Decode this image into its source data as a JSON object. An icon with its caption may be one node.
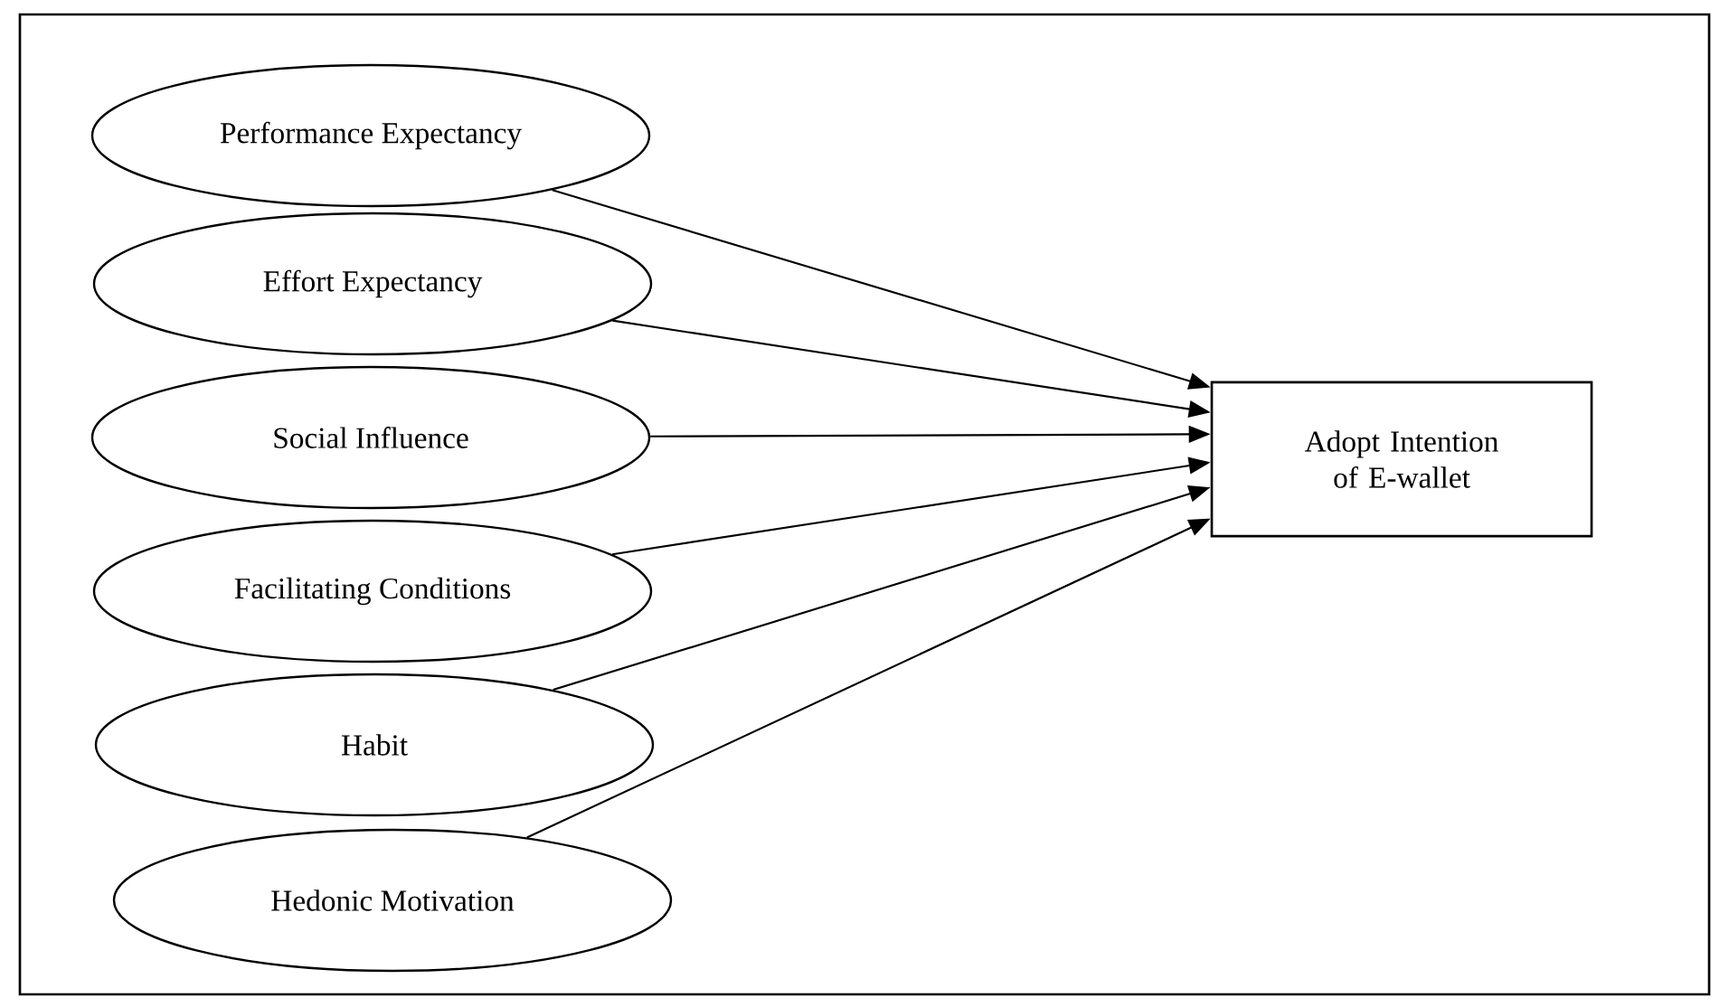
{
  "diagram": {
    "nodes": [
      {
        "text": [
          "Performance Expectancy"
        ]
      },
      {
        "text": [
          "Effort Expectancy"
        ]
      },
      {
        "text": [
          "Social Influence"
        ]
      },
      {
        "text": [
          "Facilitating Conditions"
        ]
      },
      {
        "text": [
          "Habit"
        ]
      },
      {
        "text": [
          "Hedonic Motivation"
        ]
      },
      {
        "text": [
          "Adopt Intention of E-wallet"
        ]
      }
    ],
    "edges": [
      {
        "from": 0,
        "to": 6,
        "arrow": "to"
      },
      {
        "from": 1,
        "to": 6,
        "arrow": "to"
      },
      {
        "from": 2,
        "to": 6,
        "arrow": "to"
      },
      {
        "from": 3,
        "to": 6,
        "arrow": "to"
      },
      {
        "from": 4,
        "to": 6,
        "arrow": "to"
      },
      {
        "from": 5,
        "to": 6,
        "arrow": "to"
      }
    ]
  }
}
